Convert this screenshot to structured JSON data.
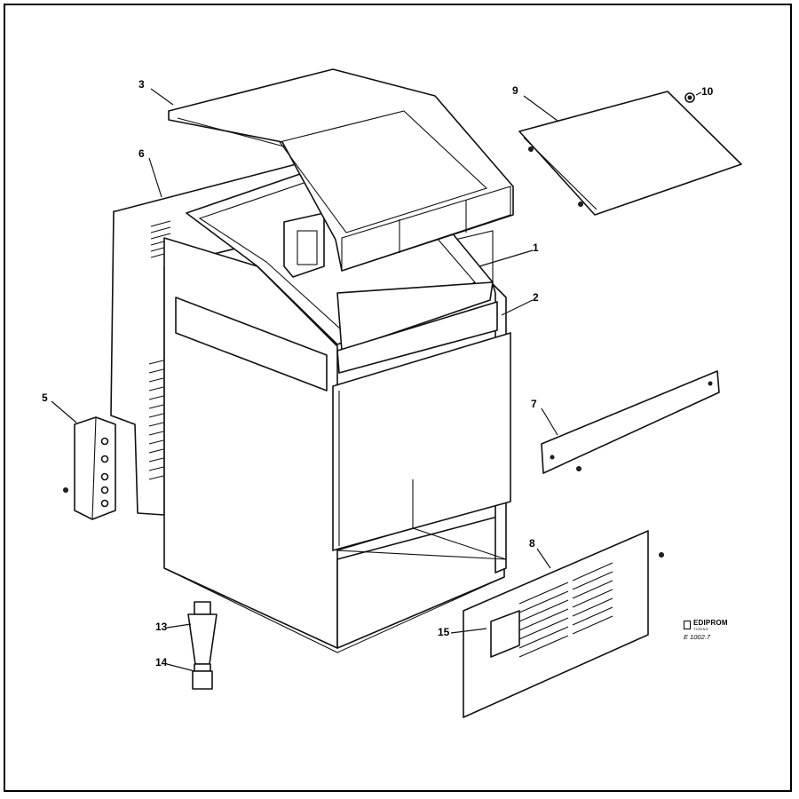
{
  "diagram": {
    "callouts": [
      {
        "id": "1",
        "label": "1"
      },
      {
        "id": "2",
        "label": "2"
      },
      {
        "id": "3",
        "label": "3"
      },
      {
        "id": "5",
        "label": "5"
      },
      {
        "id": "6",
        "label": "6"
      },
      {
        "id": "7",
        "label": "7"
      },
      {
        "id": "8",
        "label": "8"
      },
      {
        "id": "9",
        "label": "9"
      },
      {
        "id": "10",
        "label": "10"
      },
      {
        "id": "13",
        "label": "13"
      },
      {
        "id": "14",
        "label": "14"
      },
      {
        "id": "15",
        "label": "15"
      }
    ],
    "publisher": {
      "name": "EDIPROM",
      "sub": "TORINO",
      "code": "E 1002.7"
    }
  }
}
